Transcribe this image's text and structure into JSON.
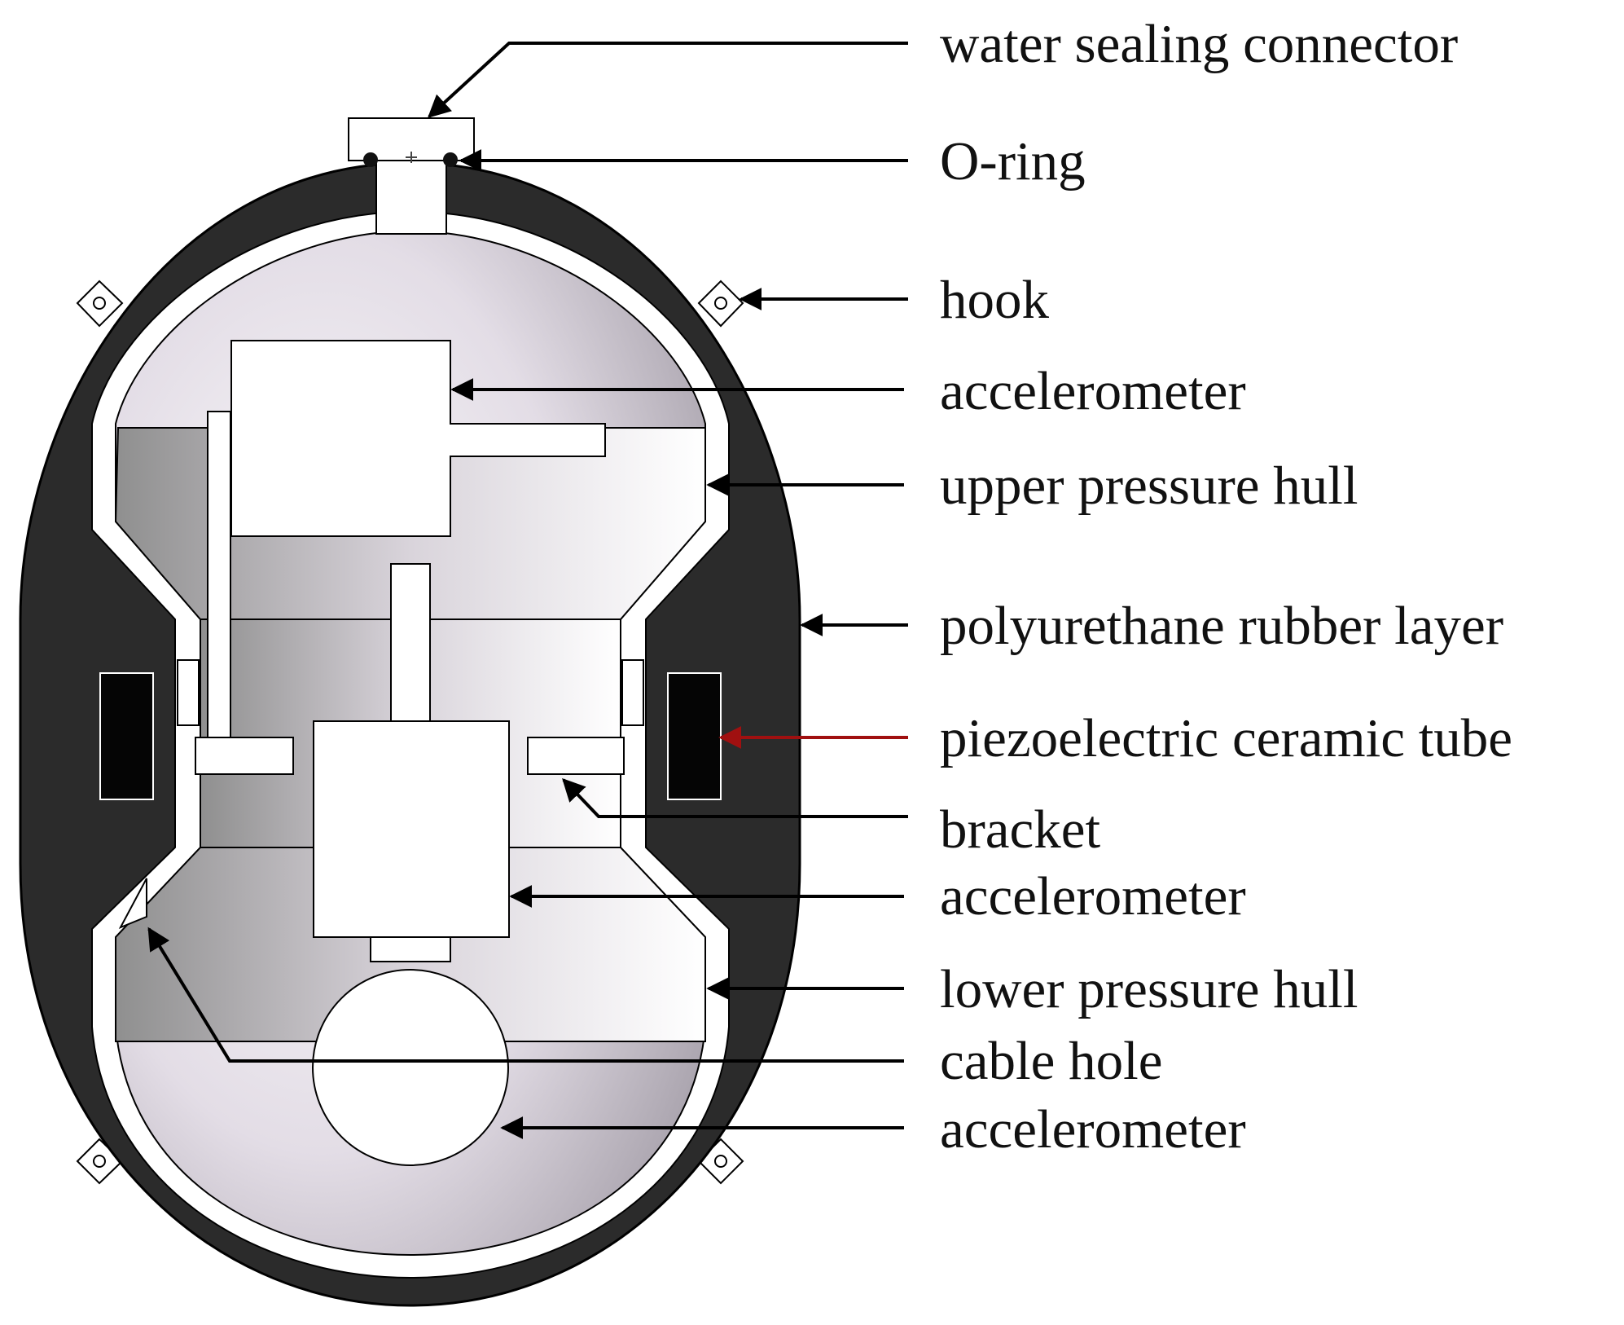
{
  "labels": {
    "water_sealing_connector": "water sealing connector",
    "o_ring": "O-ring",
    "hook": "hook",
    "accelerometer_top": "accelerometer",
    "upper_pressure_hull": "upper pressure hull",
    "polyurethane_rubber_layer": "polyurethane rubber layer",
    "piezoelectric_ceramic_tube": "piezoelectric ceramic tube",
    "bracket": "bracket",
    "accelerometer_middle": "accelerometer",
    "lower_pressure_hull": "lower pressure hull",
    "cable_hole": "cable hole",
    "accelerometer_bottom": "accelerometer"
  },
  "colors": {
    "rubber_layer": "#2b2b2b",
    "ceramic_tube": "#050505",
    "leader_line": "#000000",
    "highlight_leader_line": "#a01010",
    "hull_shading": "#c9c4cb"
  }
}
